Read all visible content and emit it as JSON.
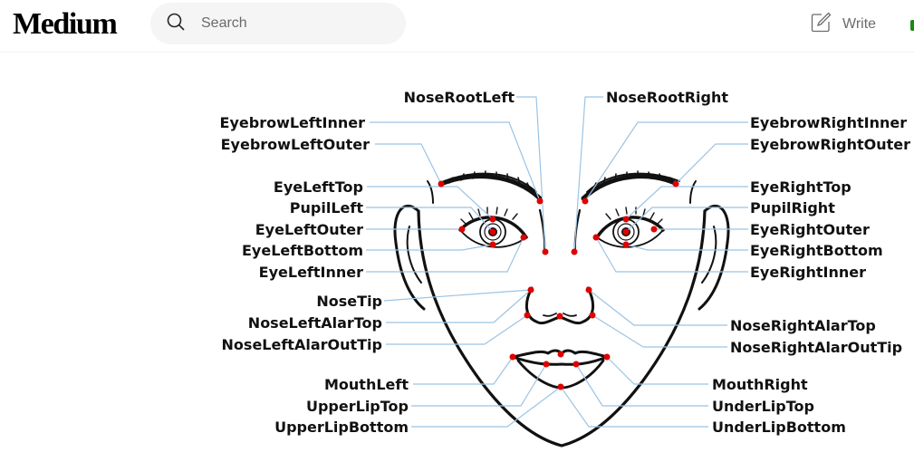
{
  "header": {
    "logo": "Medium",
    "search_placeholder": "Search",
    "write_label": "Write",
    "icons": {
      "search": "search-icon",
      "write": "write-icon"
    }
  },
  "figure": {
    "left_labels": [
      "EyebrowLeftInner",
      "EyebrowLeftOuter",
      "EyeLeftTop",
      "PupilLeft",
      "EyeLeftOuter",
      "EyeLeftBottom",
      "EyeLeftInner",
      "NoseTip",
      "NoseLeftAlarTop",
      "NoseLeftAlarOutTip",
      "MouthLeft",
      "UpperLipTop",
      "UpperLipBottom"
    ],
    "right_labels": [
      "EyebrowRightInner",
      "EyebrowRightOuter",
      "EyeRightTop",
      "PupilRight",
      "EyeRightOuter",
      "EyeRightBottom",
      "EyeRightInner",
      "NoseRightAlarTop",
      "NoseRightAlarOutTip",
      "MouthRight",
      "UnderLipTop",
      "UnderLipBottom"
    ],
    "top_labels": [
      "NoseRootLeft",
      "NoseRootRight"
    ],
    "colors": {
      "landmark": "#e00000",
      "leader_line": "#9cc4e4",
      "ink": "#111111"
    }
  }
}
